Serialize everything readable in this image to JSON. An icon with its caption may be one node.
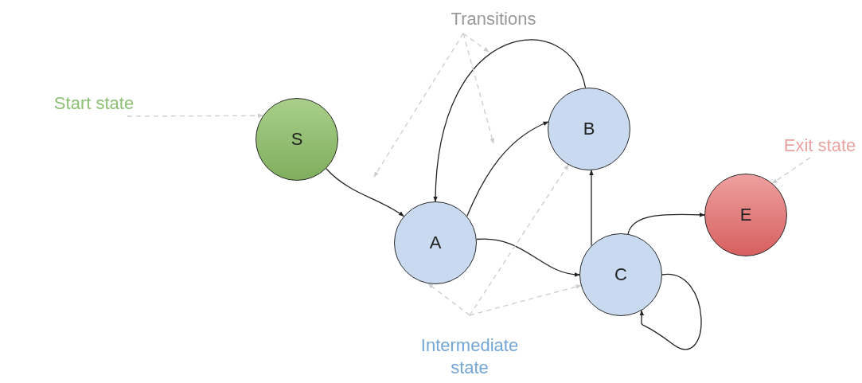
{
  "diagram": {
    "nodes": [
      {
        "text": [
          "Transitions"
        ]
      },
      {
        "text": [
          "Start state"
        ]
      },
      {
        "text": [
          "S"
        ]
      },
      {
        "text": [
          "B"
        ]
      },
      {
        "text": [
          "Exit state"
        ]
      },
      {
        "text": [
          "E"
        ]
      },
      {
        "text": [
          "A"
        ]
      },
      {
        "text": [
          "C"
        ]
      },
      {
        "text": [
          "Intermediate state"
        ]
      }
    ],
    "edges": [
      {
        "from": 2,
        "to": 6,
        "arrow": "to",
        "color": "#222222"
      },
      {
        "from": 6,
        "to": 3,
        "arrow": "to",
        "color": "#222222"
      },
      {
        "from": 3,
        "to": 6,
        "arrow": "to",
        "color": "#222222"
      },
      {
        "from": 6,
        "to": 7,
        "arrow": "to",
        "color": "#222222"
      },
      {
        "from": 7,
        "to": 3,
        "arrow": "to",
        "color": "#222222"
      },
      {
        "from": 7,
        "to": 5,
        "arrow": "to",
        "color": "#222222"
      },
      {
        "from": 7,
        "to": 7,
        "arrow": "to",
        "color": "#222222"
      },
      {
        "from": 1,
        "to": 2,
        "arrow": "to",
        "style": "dashed"
      },
      {
        "from": 4,
        "to": 5,
        "arrow": "to",
        "style": "dashed"
      },
      {
        "from": 0,
        "to": null,
        "arrow": "to",
        "style": "dashed"
      },
      {
        "from": 0,
        "to": null,
        "arrow": "to",
        "style": "dashed"
      },
      {
        "from": 0,
        "to": null,
        "arrow": "to",
        "style": "dashed"
      },
      {
        "from": 8,
        "to": 6,
        "arrow": "to",
        "style": "dashed"
      },
      {
        "from": 8,
        "to": 3,
        "arrow": "to",
        "style": "dashed"
      },
      {
        "from": 8,
        "to": 7,
        "arrow": "to",
        "style": "dashed"
      }
    ]
  }
}
